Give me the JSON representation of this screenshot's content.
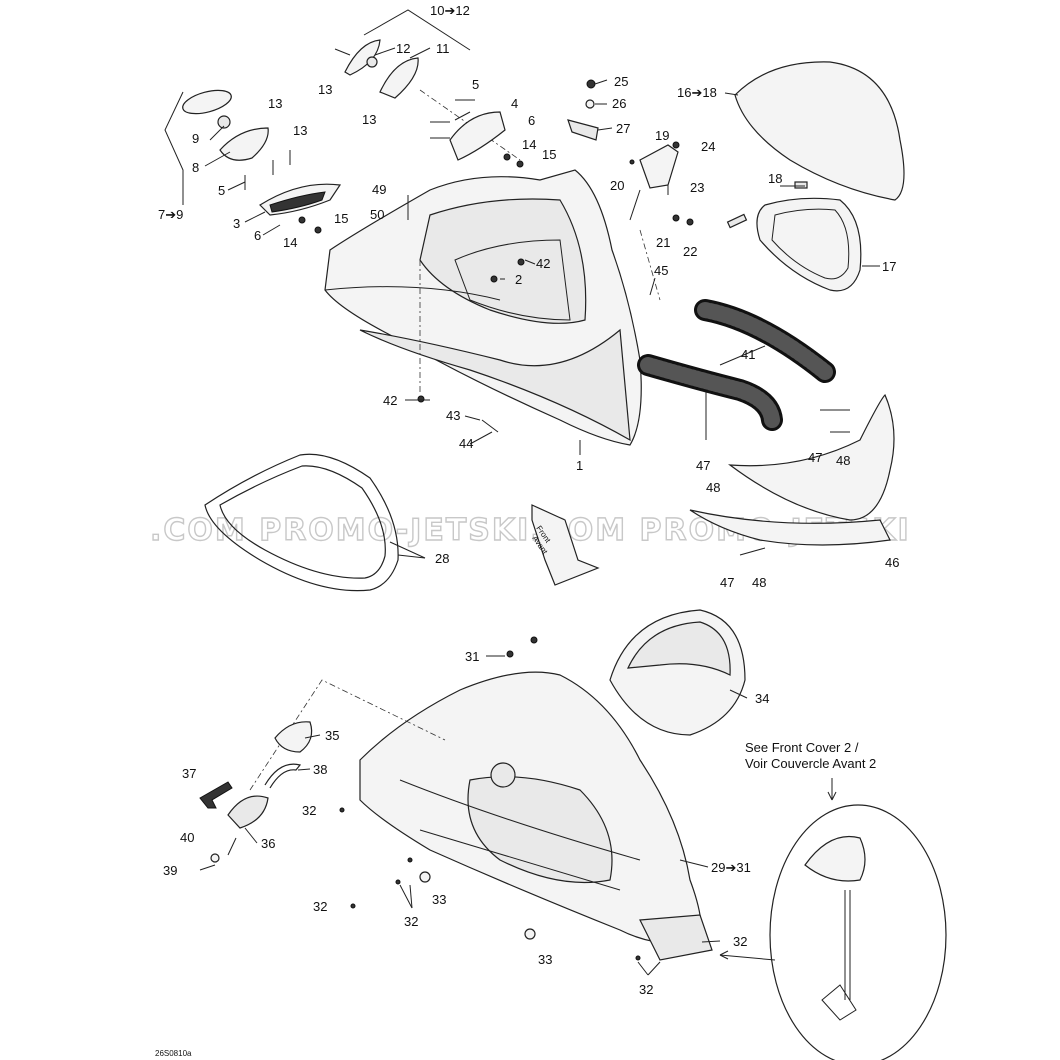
{
  "drawing_code": "26S0810a",
  "watermark": ".COM  PROMO-JETSKI.COM  PROMO-JETSKI",
  "front_label": [
    "Front",
    "Avant"
  ],
  "see_note": [
    "See Front Cover 2 /",
    "Voir Couvercle Avant 2"
  ],
  "parts": [
    {
      "key": "p1",
      "text": "1"
    },
    {
      "key": "p2",
      "text": "2"
    },
    {
      "key": "p3",
      "text": "3"
    },
    {
      "key": "p4",
      "text": "4"
    },
    {
      "key": "p5a",
      "text": "5"
    },
    {
      "key": "p5b",
      "text": "5"
    },
    {
      "key": "p6a",
      "text": "6"
    },
    {
      "key": "p6b",
      "text": "6"
    },
    {
      "key": "p7_9",
      "text": "7➔9"
    },
    {
      "key": "p8",
      "text": "8"
    },
    {
      "key": "p9",
      "text": "9"
    },
    {
      "key": "p10_12",
      "text": "10➔12"
    },
    {
      "key": "p11",
      "text": "11"
    },
    {
      "key": "p12",
      "text": "12"
    },
    {
      "key": "p13a",
      "text": "13"
    },
    {
      "key": "p13b",
      "text": "13"
    },
    {
      "key": "p13c",
      "text": "13"
    },
    {
      "key": "p13d",
      "text": "13"
    },
    {
      "key": "p14a",
      "text": "14"
    },
    {
      "key": "p14b",
      "text": "14"
    },
    {
      "key": "p15a",
      "text": "15"
    },
    {
      "key": "p15b",
      "text": "15"
    },
    {
      "key": "p16_18",
      "text": "16➔18"
    },
    {
      "key": "p17",
      "text": "17"
    },
    {
      "key": "p18",
      "text": "18"
    },
    {
      "key": "p19",
      "text": "19"
    },
    {
      "key": "p20",
      "text": "20"
    },
    {
      "key": "p21",
      "text": "21"
    },
    {
      "key": "p22",
      "text": "22"
    },
    {
      "key": "p23",
      "text": "23"
    },
    {
      "key": "p24",
      "text": "24"
    },
    {
      "key": "p25",
      "text": "25"
    },
    {
      "key": "p26",
      "text": "26"
    },
    {
      "key": "p27",
      "text": "27"
    },
    {
      "key": "p28",
      "text": "28"
    },
    {
      "key": "p29_31",
      "text": "29➔31"
    },
    {
      "key": "p31",
      "text": "31"
    },
    {
      "key": "p32a",
      "text": "32"
    },
    {
      "key": "p32b",
      "text": "32"
    },
    {
      "key": "p32c",
      "text": "32"
    },
    {
      "key": "p32d",
      "text": "32"
    },
    {
      "key": "p32e",
      "text": "32"
    },
    {
      "key": "p33a",
      "text": "33"
    },
    {
      "key": "p33b",
      "text": "33"
    },
    {
      "key": "p34",
      "text": "34"
    },
    {
      "key": "p35",
      "text": "35"
    },
    {
      "key": "p36",
      "text": "36"
    },
    {
      "key": "p37",
      "text": "37"
    },
    {
      "key": "p38",
      "text": "38"
    },
    {
      "key": "p39",
      "text": "39"
    },
    {
      "key": "p40",
      "text": "40"
    },
    {
      "key": "p41",
      "text": "41"
    },
    {
      "key": "p42a",
      "text": "42"
    },
    {
      "key": "p42b",
      "text": "42"
    },
    {
      "key": "p43",
      "text": "43"
    },
    {
      "key": "p44",
      "text": "44"
    },
    {
      "key": "p45",
      "text": "45"
    },
    {
      "key": "p46",
      "text": "46"
    },
    {
      "key": "p47a",
      "text": "47"
    },
    {
      "key": "p47b",
      "text": "47"
    },
    {
      "key": "p47c",
      "text": "47"
    },
    {
      "key": "p48a",
      "text": "48"
    },
    {
      "key": "p48b",
      "text": "48"
    },
    {
      "key": "p48c",
      "text": "48"
    },
    {
      "key": "p49",
      "text": "49"
    },
    {
      "key": "p50",
      "text": "50"
    }
  ]
}
